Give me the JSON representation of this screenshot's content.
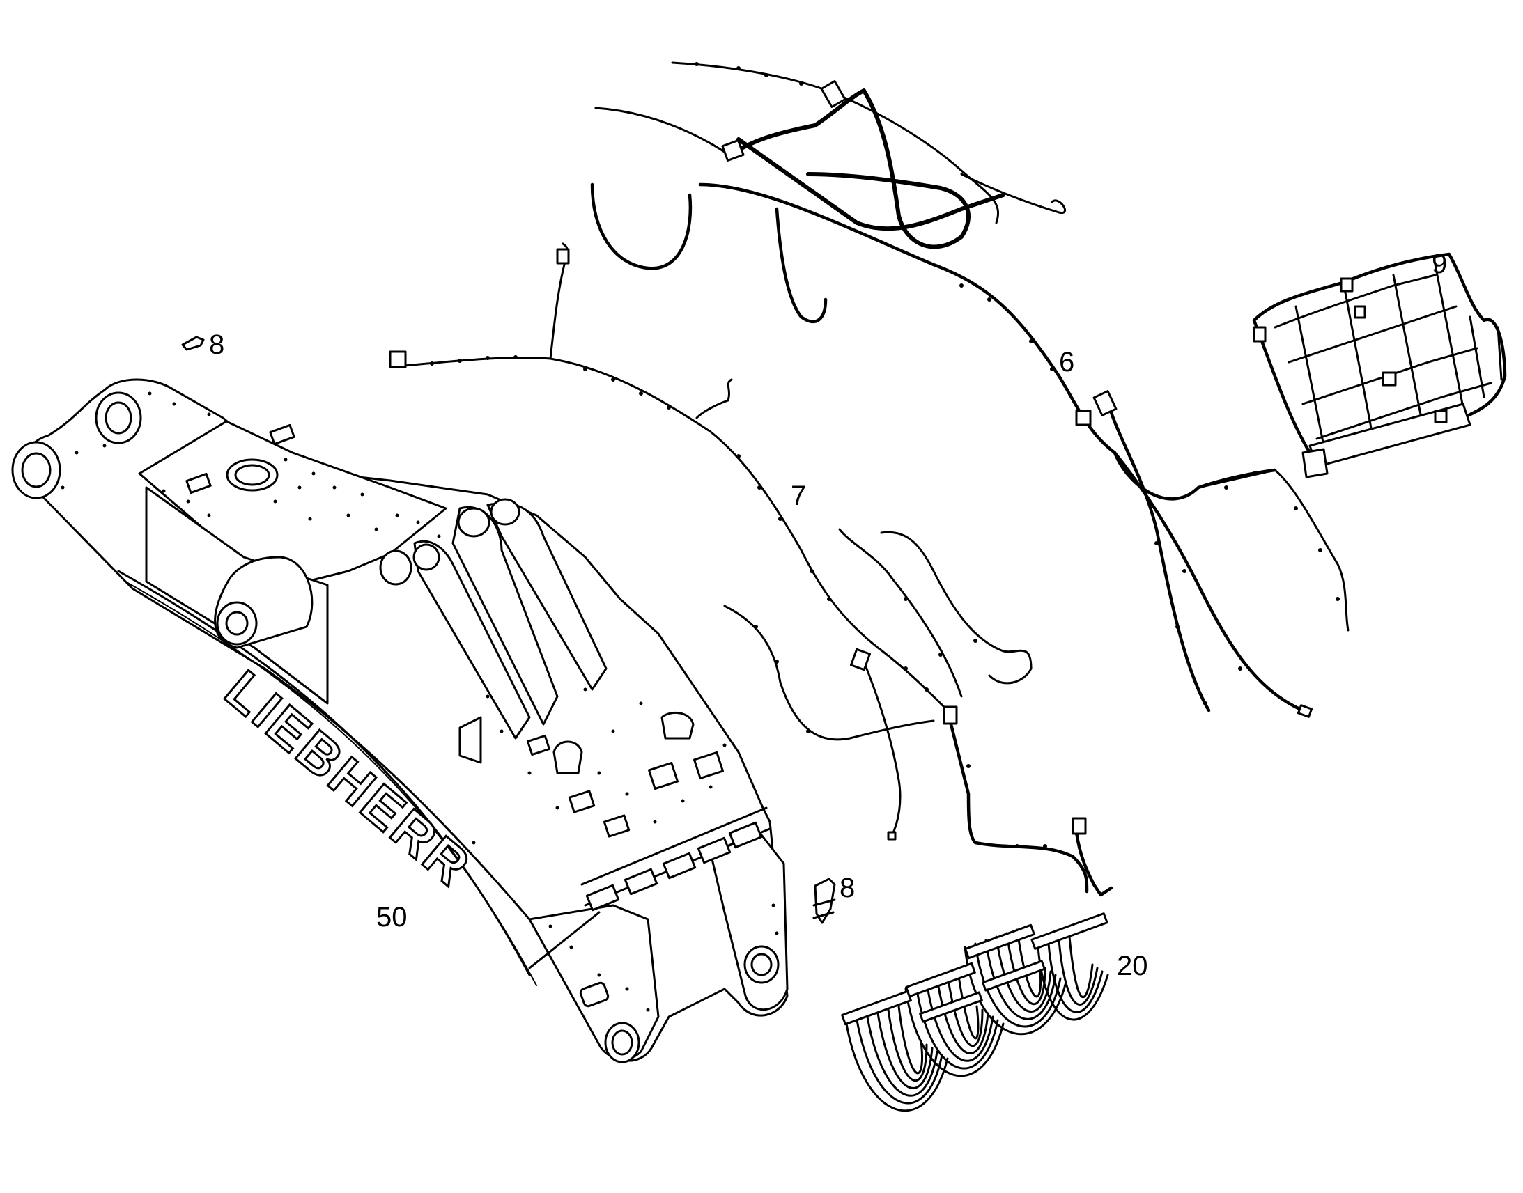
{
  "diagram": {
    "callouts": {
      "harness_6": "6",
      "harness_7": "7",
      "clip_8_top": "8",
      "clip_8_bottom": "8",
      "guard_9": "9",
      "cables_20": "20",
      "boom_50": "50"
    },
    "boom_logo": "LIEBHERR",
    "colors": {
      "ink": "#000000",
      "paper": "#ffffff"
    }
  }
}
